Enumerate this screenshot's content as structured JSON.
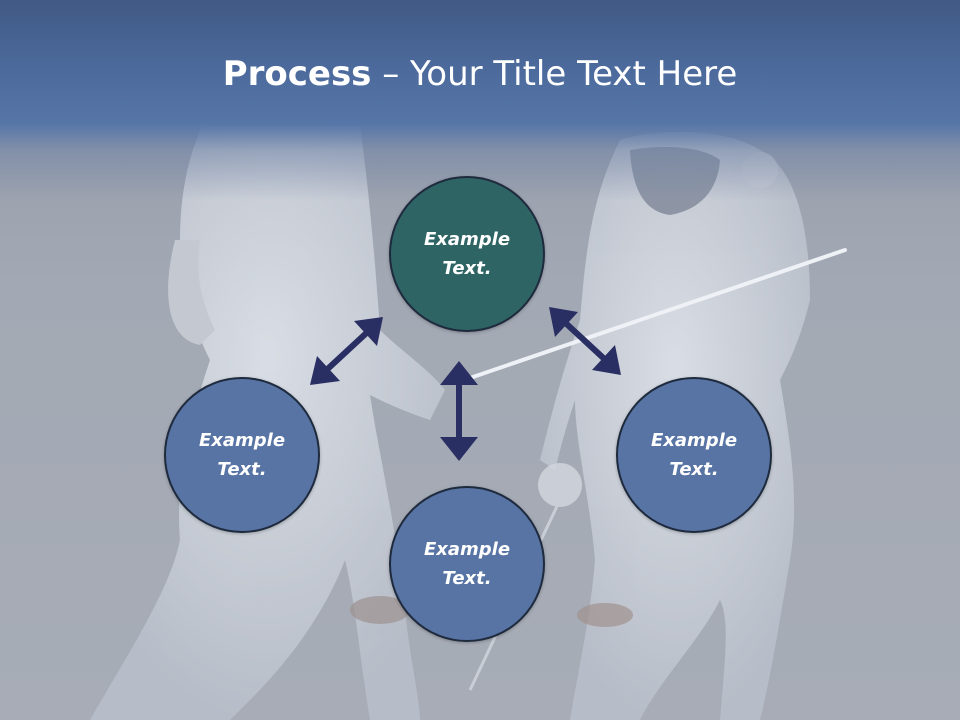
{
  "slide": {
    "title_bold": "Process",
    "title_rest": " – Your Title Text Here",
    "circles": {
      "top": {
        "line1": "Example",
        "line2": "Text."
      },
      "left": {
        "line1": "Example",
        "line2": "Text."
      },
      "right": {
        "line1": "Example",
        "line2": "Text."
      },
      "bottom": {
        "line1": "Example",
        "line2": "Text."
      }
    }
  },
  "colors": {
    "header": "#4c6a9c",
    "circle_top": "#2f6464",
    "circle_other": "#5874a4",
    "arrow": "#2a2f63"
  },
  "icons": {
    "arrow_glyph": "double-headed-arrow-icon"
  }
}
